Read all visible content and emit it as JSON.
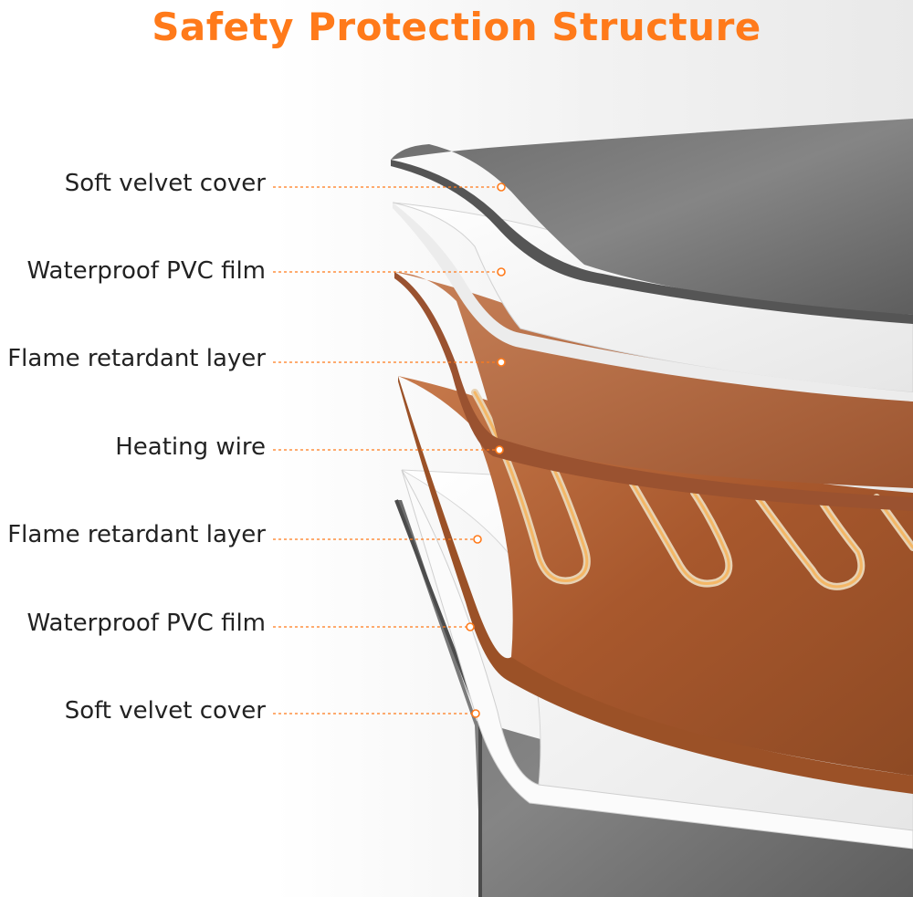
{
  "title": "Safety Protection Structure",
  "colors": {
    "accent": "#ff7a1a",
    "leader_line": "#ff7a1a",
    "velvet": "#7a7a7a",
    "pvc_film": "#f7f7f7",
    "flame_layer": "#b8673a",
    "heating_wire": "#f0c58a"
  },
  "layers": [
    {
      "label": "Soft velvet cover"
    },
    {
      "label": "Waterproof PVC film"
    },
    {
      "label": "Flame retardant layer"
    },
    {
      "label": "Heating wire"
    },
    {
      "label": "Flame retardant layer"
    },
    {
      "label": "Waterproof PVC film"
    },
    {
      "label": "Soft velvet cover"
    }
  ]
}
